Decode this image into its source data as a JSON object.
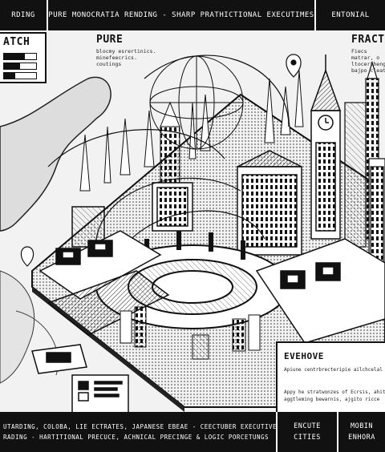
{
  "header": {
    "left": "RDING",
    "center": "PURE MONOCRATIA RENDING - SHARP PRATHICTIONAL EXECUTIMES",
    "right": "ENTONIAL"
  },
  "panels": {
    "watch": {
      "title": "ATCH",
      "progress": [
        0.65,
        0.5,
        0.35
      ]
    },
    "pure": {
      "title": "PURE",
      "lines": [
        "blocmy esrertinics.",
        "minefeecrics.",
        "coutings"
      ]
    },
    "fraction": {
      "title": "FRACTIO",
      "lines": [
        "Fiecs",
        "matrar, o",
        "ltocertheng",
        "bajpo cleat"
      ]
    },
    "evehove": {
      "title": "EVEHOVE",
      "line1": "Apiune centrbrecteripie ailchcelal pe",
      "line2": "Appy he stratwonzes of Ecrsis, ahitin",
      "line3": "aggtleming bewarnis, ajgito ricce"
    }
  },
  "footer": {
    "left_line1": "UTARDING, COLOBA, LIE ECTRATES, JAPANESE EBEAE - CEECTUBER EXECUTIVE,",
    "left_line2": "RADING - HARTITIONAL PRECUCE, ACHNICAL PRECINGE & LOGIC PORCETUNGS",
    "mid_line1": "ENCUTE",
    "mid_line2": "CITIES",
    "right_line1": "MOBIN",
    "right_line2": "ENHORA"
  }
}
